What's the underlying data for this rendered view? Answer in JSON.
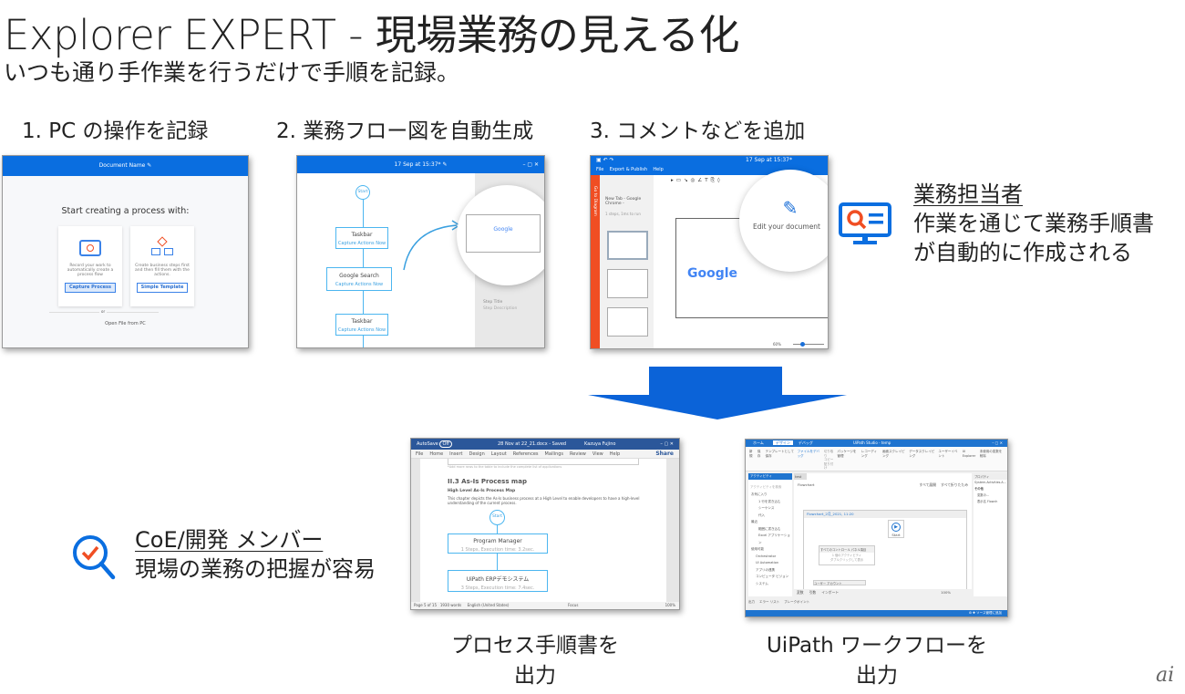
{
  "title": "Explorer EXPERT - 現場業務の見える化",
  "subtitle": "いつも通り手作業を行うだけで手順を記録。",
  "steps": [
    {
      "label": "1. PC の操作を記録"
    },
    {
      "label": "2. 業務フロー図を自動生成"
    },
    {
      "label": "3. コメントなどを追加"
    }
  ],
  "shot1": {
    "titlebar": "Document Name",
    "heading": "Start creating a process with:",
    "card1_desc": "Record your work to automatically create a process flow",
    "card1_button": "Capture Process",
    "card2_desc": "Create business steps first and then fill them with the actions.",
    "card2_button": "Simple Template",
    "or": "or",
    "open_file": "Open File from PC"
  },
  "shot2": {
    "titlebar": "17 Sep at 15:37*",
    "start": "Start",
    "nodes": [
      {
        "title": "Taskbar",
        "sub": "Capture Actions Now"
      },
      {
        "title": "Google Search",
        "sub": "Capture Actions Now"
      },
      {
        "title": "Taskbar",
        "sub": "Capture Actions Now"
      }
    ],
    "google": "Google",
    "step_title": "Step Title",
    "step_desc": "Step Description"
  },
  "shot3": {
    "titlebar": "17 Sep at 15:37*",
    "menu": [
      "File",
      "Export & Publish",
      "Help"
    ],
    "tab_title": "New Tab - Google Chrome -",
    "tab_sub": "1 steps, 1ms to run",
    "side_label": "Go to Diagram",
    "edit": "Edit your document",
    "google": "Google",
    "zoom": "60%"
  },
  "role1": {
    "title": "業務担当者",
    "line1": "作業を通じて業務手順書",
    "line2": "が自動的に作成される",
    "accent": "#0a6ee0",
    "icon_accent": "#f04e23"
  },
  "role2": {
    "title": "CoE/開発 メンバー",
    "line1": "現場の業務の把握が容易"
  },
  "word": {
    "autosave": "AutoSave",
    "off": "Off",
    "doc": "28 Nov at 22_21.docx - Saved",
    "user": "Kazuya Fujino",
    "menu": [
      "File",
      "Home",
      "Insert",
      "Design",
      "Layout",
      "References",
      "Mailings",
      "Review",
      "View",
      "Help"
    ],
    "share": "Share",
    "table_note": "*Add more rows to the table to include the complete list of applications",
    "heading": "II.3 As-Is Process map",
    "subheading": "High Level As-Is Process Map",
    "para": "This chapter depicts the As-Is business process at a High Level to enable developers to have a high-level understanding of the current process.",
    "start": "Start",
    "node1": "Program Manager",
    "node1_sub": "1 Steps, Execution time: 3.2sec.",
    "node2": "UiPath ERPデモシステム",
    "node2_sub": "3 Steps, Execution time: 7.4sec.",
    "status": [
      "Page 5 of 15",
      "1930 words",
      "English (United States)",
      "Focus",
      "100%"
    ]
  },
  "uipath": {
    "tabs": [
      "ホーム",
      "デザイン",
      "デバッグ"
    ],
    "title": "UiPath Studio - temp",
    "ribbon": [
      "新規",
      "保存",
      "テンプレートとして保存",
      "ファイルをデバッグ",
      "パッケージを管理",
      "レコーディング",
      "画面スクレイピング",
      "データスクレイピング",
      "ユーザーイベント",
      "UI Explorer",
      "未使用の変数を削除"
    ],
    "clip": [
      "切り取り",
      "コピー",
      "貼り付け"
    ],
    "activities": "アクティビティ",
    "search": "アクティビティを検索",
    "tree": [
      "お気に入り",
      "1 行を書き込む",
      "シーケンス",
      "代入",
      "最近",
      "範囲に書き込む",
      "Excel アプリケーション",
      "使用可能",
      "Orchestrator",
      "UI Automation",
      "アプリの連携",
      "コンピュータ ビジョン",
      "システム"
    ],
    "doc_tab": "test",
    "breadcrumb": "Flowchart",
    "expand": "すべて展開",
    "collapse": "すべて折りたたみ",
    "flowchart": "Flowchart_2月_2021, 11:20",
    "start": "Start",
    "seq1": "すべてのコントロール パネル項目",
    "seq1_sub1": "1 個のアクティビティ",
    "seq1_sub2": "ダブルクリックして表示",
    "seq2": "ユーザー アカウント",
    "props": "プロパティ",
    "props_class": "System.Activities.A...",
    "props_group": "その他",
    "props_rows": [
      "変数の...",
      "表示名"
    ],
    "props_val": "Flowch",
    "bottom_tabs": [
      "変数",
      "引数",
      "インポート"
    ],
    "zoom": "100%",
    "output_tabs": [
      "出力",
      "エラー リスト",
      "ブレークポイント"
    ],
    "status": "ソース管理に追加"
  },
  "captions": {
    "word_line1": "プロセス手順書を",
    "word_line2": "出力",
    "uipath_line1": "UiPath ワークフローを",
    "uipath_line2": "出力"
  },
  "logo": "ai",
  "colors": {
    "arrow": "#0b63d8",
    "brand_blue": "#0a6ee0"
  }
}
